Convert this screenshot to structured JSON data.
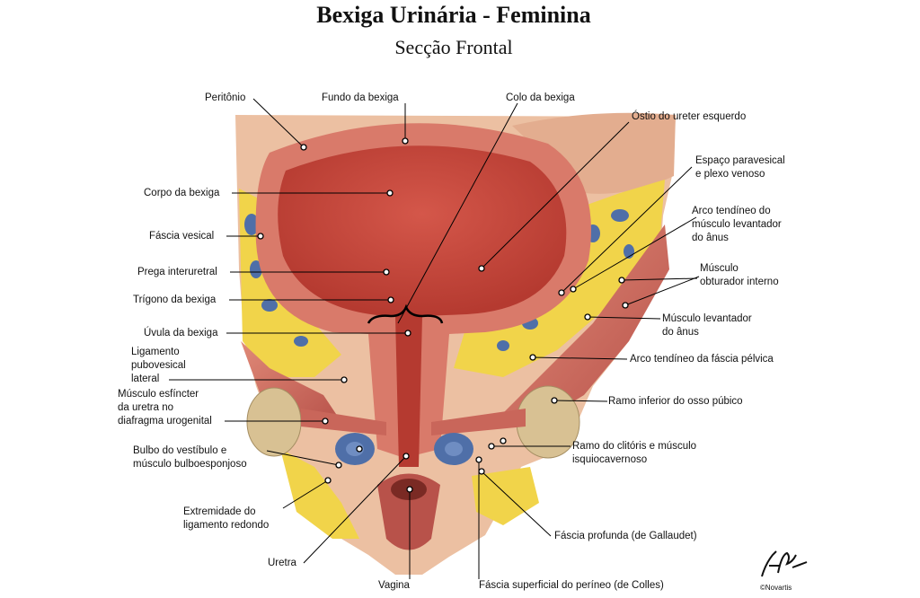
{
  "title": "Bexiga Urinária - Feminina",
  "subtitle": "Secção Frontal",
  "labels": {
    "peritonio": "Peritônio",
    "fundo": "Fundo da bexiga",
    "colo": "Colo da bexiga",
    "ostio": "Óstio do ureter esquerdo",
    "espaco_1": "Espaço paravesical",
    "espaco_2": "e plexo venoso",
    "arco_lev_1": "Arco tendíneo do",
    "arco_lev_2": "músculo levantador",
    "arco_lev_3": "do ânus",
    "obturador_1": "Músculo",
    "obturador_2": "obturador interno",
    "levantador_1": "Músculo levantador",
    "levantador_2": "do ânus",
    "arco_fascia": "Arco tendíneo da fáscia pélvica",
    "ramo_pubico": "Ramo inferior do osso púbico",
    "clitoris_1": "Ramo do clitóris e músculo",
    "clitoris_2": "isquiocavernoso",
    "gallaudet": "Fáscia profunda (de Gallaudet)",
    "colles": "Fáscia superficial do períneo (de Colles)",
    "vagina": "Vagina",
    "uretra": "Uretra",
    "redondo_1": "Extremidade do",
    "redondo_2": "ligamento redondo",
    "bulbo_1": "Bulbo do vestíbulo e",
    "bulbo_2": "músculo bulboesponjoso",
    "esfincter_1": "Músculo esfíncter",
    "esfincter_2": "da uretra no",
    "esfincter_3": "diafragma urogenital",
    "ligamento_1": "Ligamento",
    "ligamento_2": "pubovesical",
    "ligamento_3": "lateral",
    "uvula": "Úvula da bexiga",
    "trigono": "Trígono da bexiga",
    "prega": "Prega interuretral",
    "fascia_vesical": "Fáscia vesical",
    "corpo": "Corpo da bexiga"
  },
  "copyright": "©Novartis",
  "colors": {
    "lumen": "#c8463a",
    "wall": "#d97a6a",
    "fat": "#f1d44a",
    "vein": "#4f6fa8",
    "muscle": "#c9665a",
    "bone": "#d8c193",
    "skin": "#ecc0a2"
  }
}
